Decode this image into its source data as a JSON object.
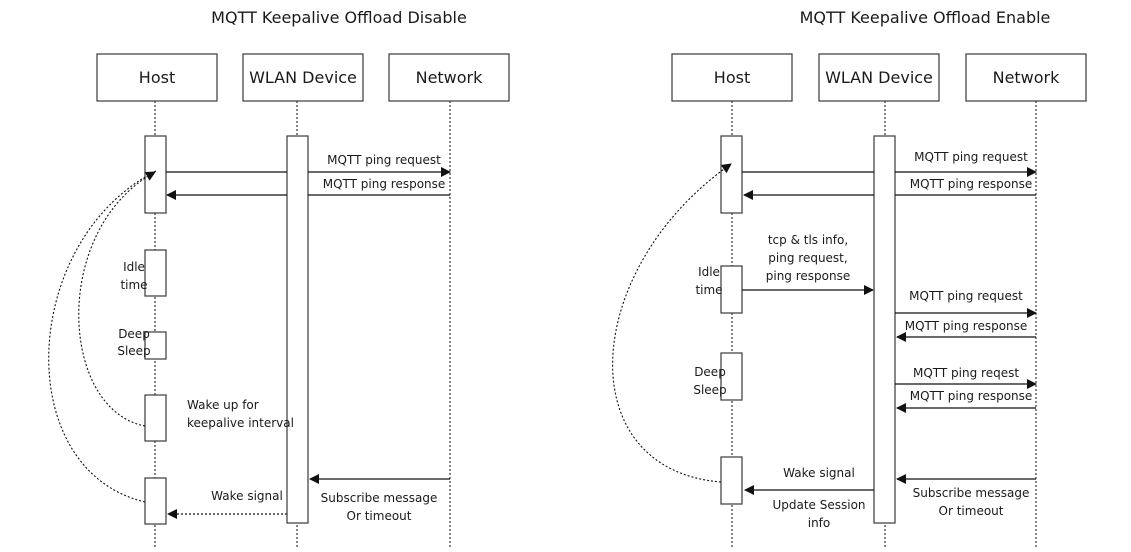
{
  "diagrams": [
    {
      "title": "MQTT Keepalive Offload Disable",
      "actors": [
        "Host",
        "WLAN Device",
        "Network"
      ],
      "labels": {
        "ping_request": "MQTT ping request",
        "ping_response": "MQTT ping response",
        "idle_1": "Idle",
        "idle_2": "time",
        "deep_1": "Deep",
        "deep_2": "Sleep",
        "wake_1": "Wake up for",
        "wake_2": "keepalive interval",
        "wake_signal": "Wake signal",
        "subscribe_1": "Subscribe message",
        "subscribe_2": "Or timeout"
      }
    },
    {
      "title": "MQTT Keepalive Offload Enable",
      "actors": [
        "Host",
        "WLAN Device",
        "Network"
      ],
      "labels": {
        "ping_request": "MQTT ping request",
        "ping_response": "MQTT ping response",
        "offload_1": "tcp & tls info,",
        "offload_2": "ping request,",
        "offload_3": "ping response",
        "idle_1": "Idle",
        "idle_2": "time",
        "ping_request_2": "MQTT ping request",
        "ping_response_2": "MQTT ping response",
        "ping_request_3": "MQTT ping reqest",
        "ping_response_3": "MQTT ping response",
        "deep_1": "Deep",
        "deep_2": "Sleep",
        "wake_signal": "Wake signal",
        "update_1": "Update Session",
        "update_2": "info",
        "subscribe_1": "Subscribe message",
        "subscribe_2": "Or timeout"
      }
    }
  ]
}
